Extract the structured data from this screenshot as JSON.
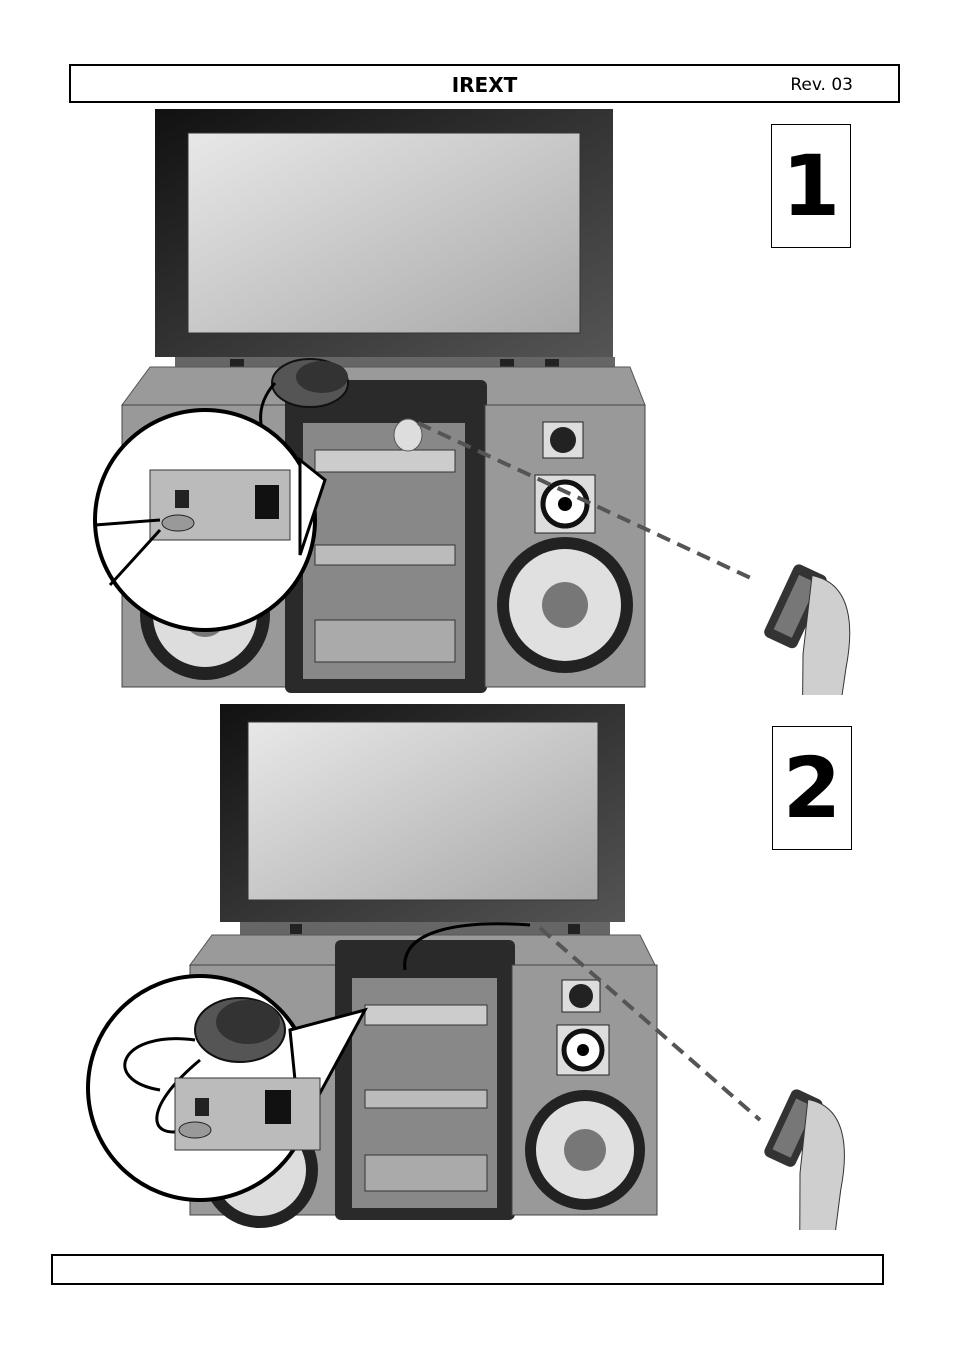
{
  "header": {
    "title": "IREXT",
    "revision": "Rev. 03"
  },
  "figures": [
    {
      "step": "1",
      "icon": "ir-extender-setup-1-illustration"
    },
    {
      "step": "2",
      "icon": "ir-extender-setup-2-illustration"
    }
  ],
  "footer": {
    "text": ""
  }
}
